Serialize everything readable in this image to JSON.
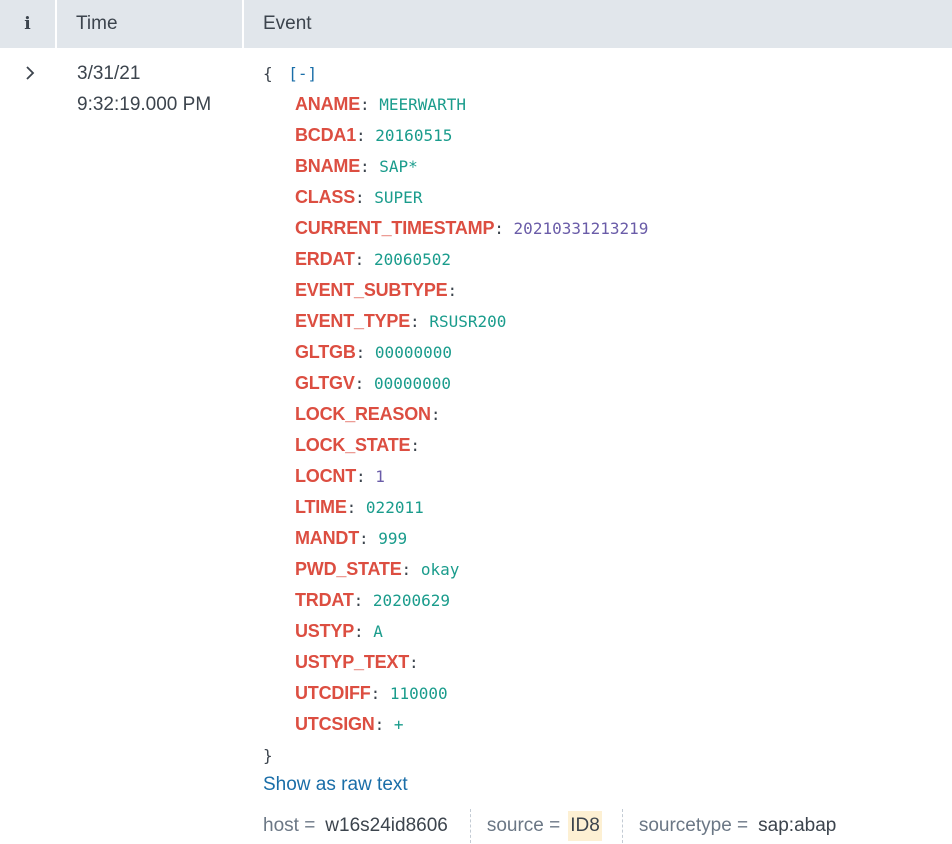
{
  "header": {
    "info_label": "i",
    "time_label": "Time",
    "event_label": "Event"
  },
  "row": {
    "expand_icon": "chevron-right",
    "date": "3/31/21",
    "time": "9:32:19.000 PM"
  },
  "event": {
    "open_brace": "{",
    "collapse_label": "[-]",
    "close_brace": "}",
    "fields": [
      {
        "key": "ANAME",
        "value": "MEERWARTH",
        "type": "string"
      },
      {
        "key": "BCDA1",
        "value": "20160515",
        "type": "string"
      },
      {
        "key": "BNAME",
        "value": "SAP*",
        "type": "string"
      },
      {
        "key": "CLASS",
        "value": "SUPER",
        "type": "string"
      },
      {
        "key": "CURRENT_TIMESTAMP",
        "value": "20210331213219",
        "type": "number"
      },
      {
        "key": "ERDAT",
        "value": "20060502",
        "type": "string"
      },
      {
        "key": "EVENT_SUBTYPE",
        "value": "",
        "type": "string"
      },
      {
        "key": "EVENT_TYPE",
        "value": "RSUSR200",
        "type": "string"
      },
      {
        "key": "GLTGB",
        "value": "00000000",
        "type": "string"
      },
      {
        "key": "GLTGV",
        "value": "00000000",
        "type": "string"
      },
      {
        "key": "LOCK_REASON",
        "value": "",
        "type": "string"
      },
      {
        "key": "LOCK_STATE",
        "value": "",
        "type": "string"
      },
      {
        "key": "LOCNT",
        "value": "1",
        "type": "number"
      },
      {
        "key": "LTIME",
        "value": "022011",
        "type": "string"
      },
      {
        "key": "MANDT",
        "value": "999",
        "type": "string"
      },
      {
        "key": "PWD_STATE",
        "value": "okay",
        "type": "string"
      },
      {
        "key": "TRDAT",
        "value": "20200629",
        "type": "string"
      },
      {
        "key": "USTYP",
        "value": "A",
        "type": "string"
      },
      {
        "key": "USTYP_TEXT",
        "value": "",
        "type": "string"
      },
      {
        "key": "UTCDIFF",
        "value": "110000",
        "type": "string"
      },
      {
        "key": "UTCSIGN",
        "value": "+",
        "type": "string"
      }
    ],
    "raw_link": "Show as raw text"
  },
  "meta": [
    {
      "label": "host =",
      "value": "w16s24id8606",
      "highlight": false
    },
    {
      "label": "source =",
      "value": "ID8",
      "highlight": true
    },
    {
      "label": "sourcetype =",
      "value": "sap:abap",
      "highlight": false
    }
  ],
  "colors": {
    "header_bg": "#e1e6eb",
    "key": "#dc4e41",
    "string_value": "#1a9c8c",
    "number_value": "#6a5ca8",
    "link": "#1a6ea8",
    "highlight_bg": "#fdf0d3"
  }
}
